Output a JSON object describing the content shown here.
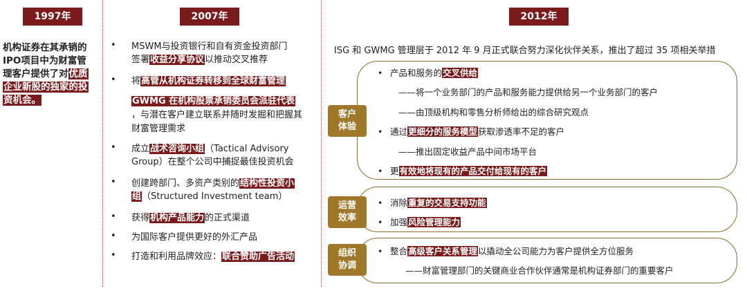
{
  "headers": {
    "y1997": "1997年",
    "y2007": "2007年",
    "y2012": "2012年"
  },
  "col1": {
    "lines": [
      "机构证券在其承销的",
      "IPO项目中为财富管",
      "理客户提供了对",
      "企业新股的独家的投",
      "资机会。"
    ],
    "hl_a": "优质"
  },
  "col2": {
    "b1_l1": "MSWM与投资银行和自有资金投资部门",
    "b1_pre": "签署",
    "b1_hl": "收益分享协议",
    "b1_post": "以推动交叉推荐",
    "b2_pre": "将",
    "b2_hl1": "高管从机构证券转移到全球财富管理",
    "b2_hl2": "GWMG 在机构股票承销委员会派驻代表",
    "b2_l3": "，与潜在客户建立联系并随时发掘和把握其",
    "b2_l4": "财富管理需求",
    "b3_pre": "成立",
    "b3_hl": "战术咨询小组",
    "b3_post": "（Tactical Advisory",
    "b3_l2": "Group）在整个公司中捕捉最佳投资机会",
    "b4_pre": "创建跨部门、多资产类别的",
    "b4_hl": "结构性投资小",
    "b4_hl2": "组",
    "b4_post": "（Structured Investment team）",
    "b5_pre": "获得",
    "b5_hl": "机构产品能力",
    "b5_post": "的正式渠道",
    "b6": "为国际客户提供更好的外汇产品",
    "b7_pre": "打造和利用品牌效应：",
    "b7_hl": "联合赞助广告活动",
    "bullet": "•"
  },
  "col3": {
    "intro": "ISG 和 GWMG 管理层于 2012 年 9 月正式联合努力深化伙伴关系，推出了超过 35 项相关举措",
    "tags": [
      "客户\n体验",
      "运营\n效率",
      "组织\n协调"
    ],
    "r1_pre": "产品和服务的",
    "r1_hl": "交叉供给",
    "s1": "——将一个业务部门的产品和服务能力提供给另一个业务部门的客户",
    "s2": "——由顶级机构和零售分析师给出的综合研究观点",
    "r2_pre": "通过",
    "r2_hl": "更细分的服务模型",
    "r2_post": "获取渗透率不足的客户",
    "s3": "——推出固定收益产品中间市场平台",
    "r3_pre": "更",
    "r3_hl": "有效地将现有的产品交付给现有的客户",
    "r4_pre": "消除",
    "r4_hl": "重复的交易支持功能",
    "r5_pre": "加强",
    "r5_hl": "风险管理能力",
    "r6_pre": "整合",
    "r6_hl": "高级客户关系管理",
    "r6_post": "以撬动全公司能力为客户提供全方位服务",
    "s4": "——财富管理部门的关键商业合作伙伴通常是机构证券部门的重要客户",
    "bullet": "•"
  }
}
